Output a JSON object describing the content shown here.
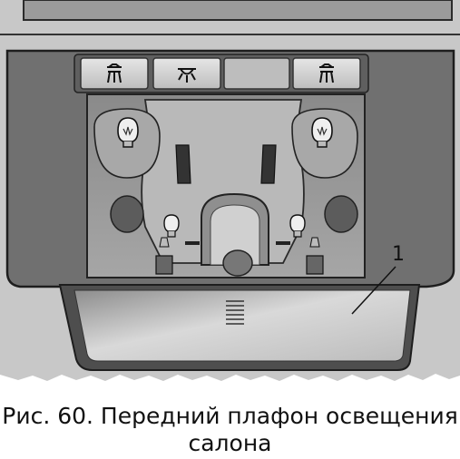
{
  "figure": {
    "callout_number": "1",
    "caption_line1": "Рис. 60. Передний плафон освещения",
    "caption_line2": "салона"
  },
  "controls": [
    {
      "id": "left-reading-light-button",
      "icon": "reading-light-icon"
    },
    {
      "id": "cabin-light-button",
      "icon": "dome-light-icon"
    },
    {
      "id": "blank-button",
      "icon": ""
    },
    {
      "id": "right-reading-light-button",
      "icon": "reading-light-icon"
    }
  ],
  "colors": {
    "headliner": "#c8c8c8",
    "housing": "#707070",
    "cavity": "#9a9a9a",
    "lens": "#bdbdbd",
    "button": "#d6d6d6"
  }
}
